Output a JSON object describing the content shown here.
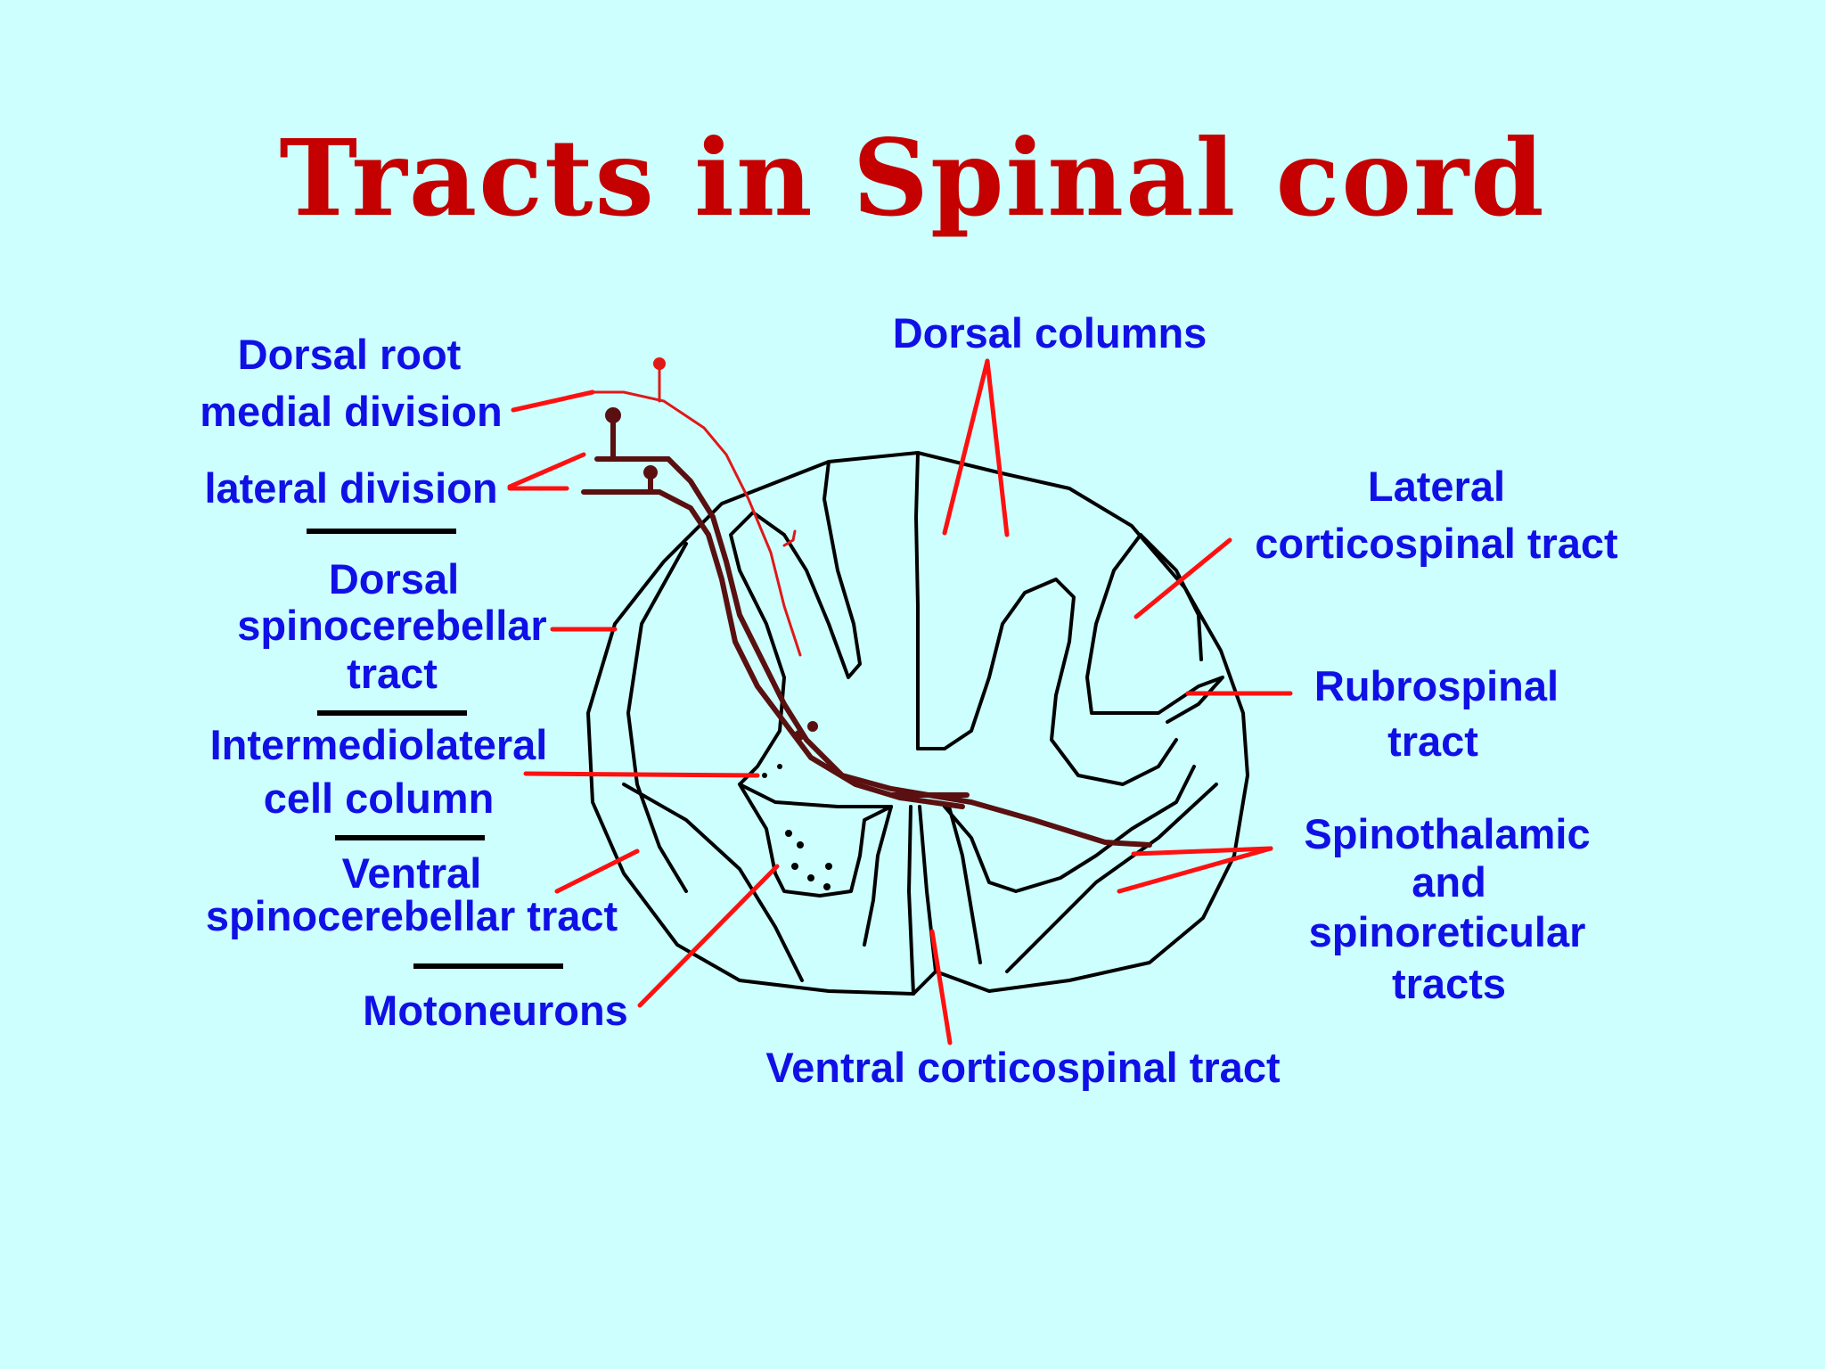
{
  "title": "Tracts in Spinal cord",
  "labels": {
    "dorsal_root_1": "Dorsal root",
    "dorsal_root_2": "medial division",
    "lateral_division": "lateral division",
    "dorsal_spino_1": "Dorsal",
    "dorsal_spino_2": "spinocerebellar",
    "dorsal_spino_3": "tract",
    "intermedio_1": "Intermediolateral",
    "intermedio_2": "cell column",
    "ventral_spino_1": "Ventral",
    "ventral_spino_2": "spinocerebellar tract",
    "motoneurons": "Motoneurons",
    "dorsal_columns": "Dorsal columns",
    "lateral_cs_1": "Lateral",
    "lateral_cs_2": "corticospinal tract",
    "rubrospinal_1": "Rubrospinal",
    "rubrospinal_2": "tract",
    "spinothal_1": "Spinothalamic",
    "spinothal_2": "and",
    "spinothal_3": "spinoreticular",
    "spinothal_4": "tracts",
    "ventral_cs": "Ventral corticospinal tract"
  },
  "colors": {
    "background": "#ccfffe",
    "title": "#c40000",
    "label": "#1010e6",
    "pointer": "#ff1010",
    "outline": "#000000",
    "fiber": "#5a1010"
  }
}
